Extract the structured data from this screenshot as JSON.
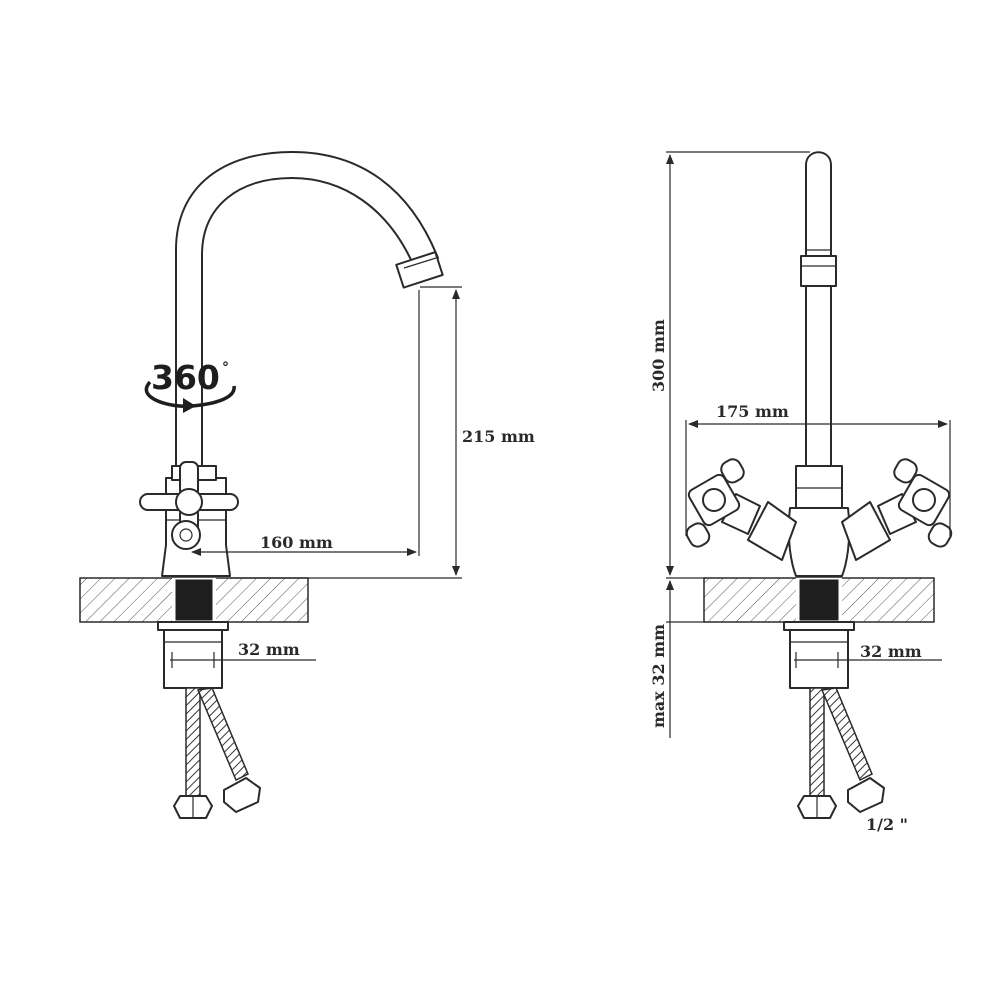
{
  "diagram": {
    "rotation_badge": {
      "text": "360",
      "degree_symbol": "°"
    },
    "side_view": {
      "spout_height_label": "215 mm",
      "spout_reach_label": "160 mm",
      "thread_diameter_label": "32 mm"
    },
    "front_view": {
      "total_height_label": "300 mm",
      "handle_span_label": "175 mm",
      "thread_diameter_label": "32 mm",
      "max_counter_thickness_label": "max 32 mm",
      "connection_size_label": "1/2 \""
    },
    "colors": {
      "line": "#2a2a2a",
      "hatch": "#555555",
      "seal": "#1e1e1e",
      "background": "#ffffff"
    }
  }
}
